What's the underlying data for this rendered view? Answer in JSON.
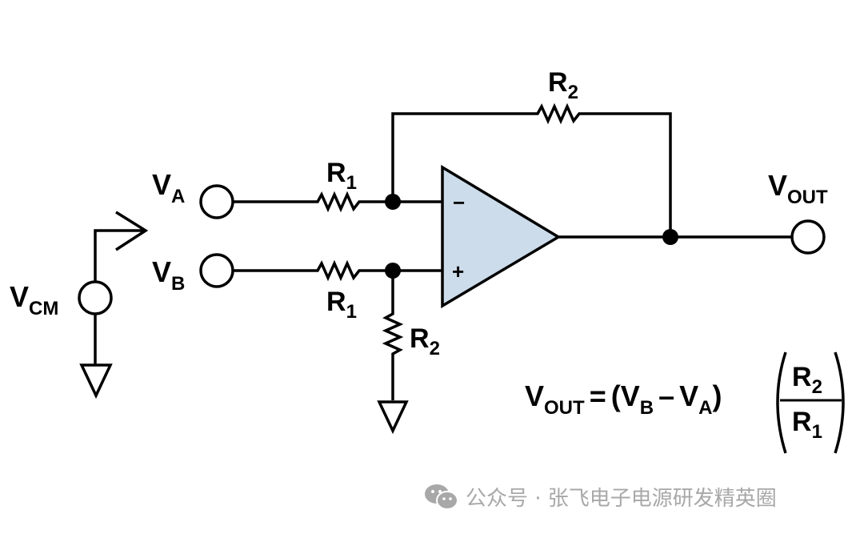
{
  "labels": {
    "va": {
      "main": "V",
      "sub": "A"
    },
    "vb": {
      "main": "V",
      "sub": "B"
    },
    "vcm": {
      "main": "V",
      "sub": "CM"
    },
    "vout": {
      "main": "V",
      "sub": "OUT"
    },
    "r1_top": {
      "main": "R",
      "sub": "1"
    },
    "r1_bottom": {
      "main": "R",
      "sub": "1"
    },
    "r2_feedback": {
      "main": "R",
      "sub": "2"
    },
    "r2_ground": {
      "main": "R",
      "sub": "2"
    },
    "opamp_minus": "−",
    "opamp_plus": "+"
  },
  "formula": {
    "lhs_main": "V",
    "lhs_sub": "OUT",
    "equals": "=",
    "open": "(",
    "vb_main": "V",
    "vb_sub": "B",
    "minus": "–",
    "va_main": "V",
    "va_sub": "A",
    "close": ")",
    "num_main": "R",
    "num_sub": "2",
    "den_main": "R",
    "den_sub": "1"
  },
  "colors": {
    "opamp_fill": "#ccdcea",
    "watermark": "#a8a8a8"
  },
  "watermark": {
    "icon": "wechat-icon",
    "text": "公众号 · 张飞电子电源研发精英圈"
  }
}
